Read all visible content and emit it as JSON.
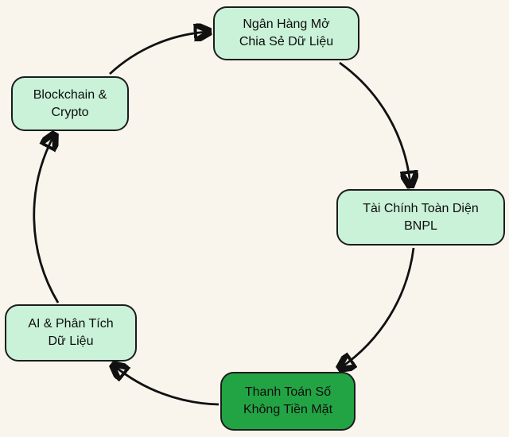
{
  "diagram": {
    "type": "circular-flow",
    "background_color": "#f9f5ed",
    "node_fill_light": "#c9f2d8",
    "node_fill_dark": "#23a444",
    "node_border_color": "#1c1c1c",
    "arrow_color": "#111111",
    "text_color": "#0d0d0d",
    "nodes": [
      {
        "id": "open-banking",
        "label": "Ngân Hàng Mở\nChia Sẻ Dữ Liệu",
        "position": "top",
        "fill": "light"
      },
      {
        "id": "financial-inclusion",
        "label": "Tài Chính Toàn Diện\nBNPL",
        "position": "right",
        "fill": "light"
      },
      {
        "id": "digital-payments",
        "label": "Thanh Toán Số\nKhông Tiền Mặt",
        "position": "bottom",
        "fill": "dark"
      },
      {
        "id": "ai-analytics",
        "label": "AI & Phân Tích\nDữ Liệu",
        "position": "left-bottom",
        "fill": "light"
      },
      {
        "id": "blockchain",
        "label": "Blockchain &\nCrypto",
        "position": "left-top",
        "fill": "light"
      }
    ],
    "edges": [
      {
        "from": "open-banking",
        "to": "financial-inclusion"
      },
      {
        "from": "financial-inclusion",
        "to": "digital-payments"
      },
      {
        "from": "digital-payments",
        "to": "ai-analytics"
      },
      {
        "from": "ai-analytics",
        "to": "blockchain"
      },
      {
        "from": "blockchain",
        "to": "open-banking"
      }
    ],
    "flow_direction": "clockwise"
  }
}
